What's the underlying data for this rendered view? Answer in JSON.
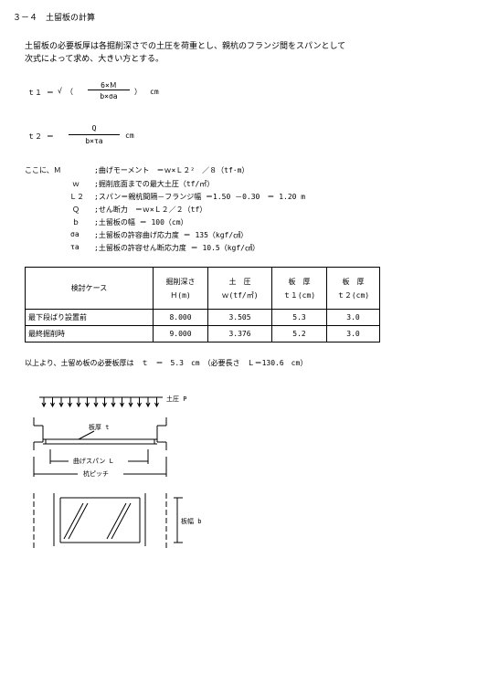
{
  "section": {
    "title": "３－４　土留板の計算"
  },
  "intro": [
    "土留板の必要板厚は各掘削深さでの土圧を荷重とし、親杭のフランジ間をスパンとして",
    "次式によって求め、大きい方とする。"
  ],
  "formula_t1": {
    "lhs": "ｔ１ ＝",
    "sqrt": "√",
    "open": "（",
    "num": "6×Ｍ",
    "den": "b×σa",
    "close": "）",
    "unit": "cm"
  },
  "formula_t2": {
    "lhs": "ｔ２ ＝",
    "num": "Q",
    "den": "b×τa",
    "unit": "cm"
  },
  "definitions": [
    {
      "sym": "ここに、Ｍ",
      "desc": ";曲げモーメント　＝ｗ×Ｌ２²　／８（tf·m）"
    },
    {
      "sym": "ｗ",
      "desc": ";掘削底面までの最大土圧（tf/㎡）"
    },
    {
      "sym": "Ｌ２",
      "desc": ";スパン＝親杭間隔－フランジ幅 ＝1.50 －0.30　＝ 1.20 m"
    },
    {
      "sym": "Ｑ",
      "desc": ";せん断力　＝ｗ×Ｌ２／２（tf）"
    },
    {
      "sym": "ｂ",
      "desc": ";土留板の幅 ＝ 100（cm）"
    },
    {
      "sym": "σa",
      "desc": ";土留板の許容曲げ応力度 ＝ 135（kgf/㎠）"
    },
    {
      "sym": "τa",
      "desc": ";土留板の許容せん断応力度 ＝ 10.5（kgf/㎠）"
    }
  ],
  "table": {
    "headers": [
      {
        "l1": "検討ケース",
        "l2": ""
      },
      {
        "l1": "掘削深さ",
        "l2": "Ｈ(m)"
      },
      {
        "l1": "土　圧",
        "l2": "ｗ(tf/㎡)"
      },
      {
        "l1": "板　厚",
        "l2": "ｔ１(cm)"
      },
      {
        "l1": "板　厚",
        "l2": "ｔ２(cm)"
      }
    ],
    "rows": [
      [
        "最下段ばり設置前",
        "8.000",
        "3.505",
        "5.3",
        "3.0"
      ],
      [
        "最終掘削時",
        "9.000",
        "3.376",
        "5.2",
        "3.0"
      ]
    ]
  },
  "conclusion": "以上より、土留め板の必要板厚は　ｔ　＝　5.3　cm　（必要長さ　Ｌ＝130.6　cm）",
  "diagram": {
    "earth_pressure": "土圧 P",
    "thickness": "板厚 t",
    "span": "曲げスパン L",
    "pitch": "杭ピッチ",
    "width": "板幅 b"
  }
}
